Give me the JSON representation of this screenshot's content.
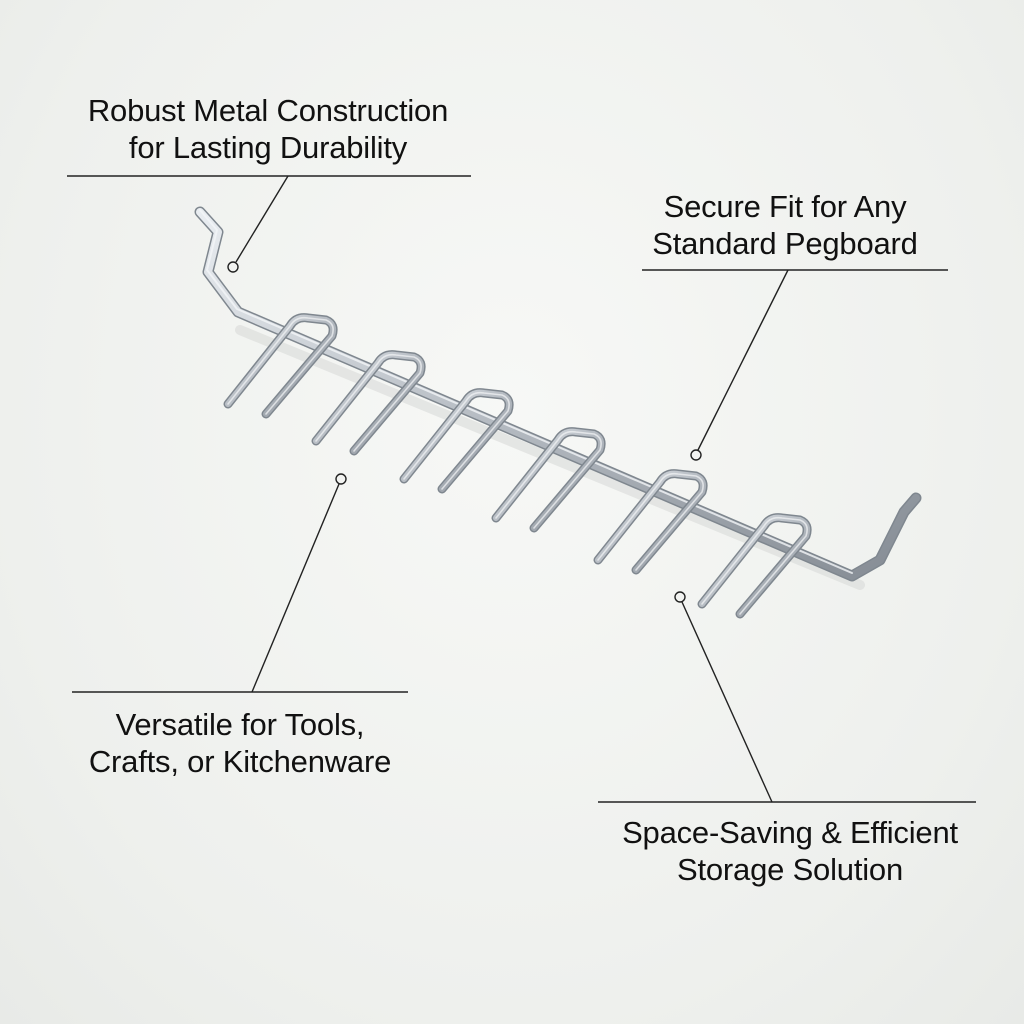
{
  "callouts": [
    {
      "line1": "Robust Metal Construction",
      "line2": "for Lasting Durability"
    },
    {
      "line1": "Secure Fit for Any",
      "line2": "Standard Pegboard"
    },
    {
      "line1": "Versatile for Tools,",
      "line2": "Crafts, or Kitchenware"
    },
    {
      "line1": "Space-Saving & Efficient",
      "line2": "Storage Solution"
    }
  ],
  "colors": {
    "metal": "#b9bfc5",
    "metal_dark": "#7f878f",
    "metal_light": "#eef1f4",
    "line": "#222222"
  }
}
